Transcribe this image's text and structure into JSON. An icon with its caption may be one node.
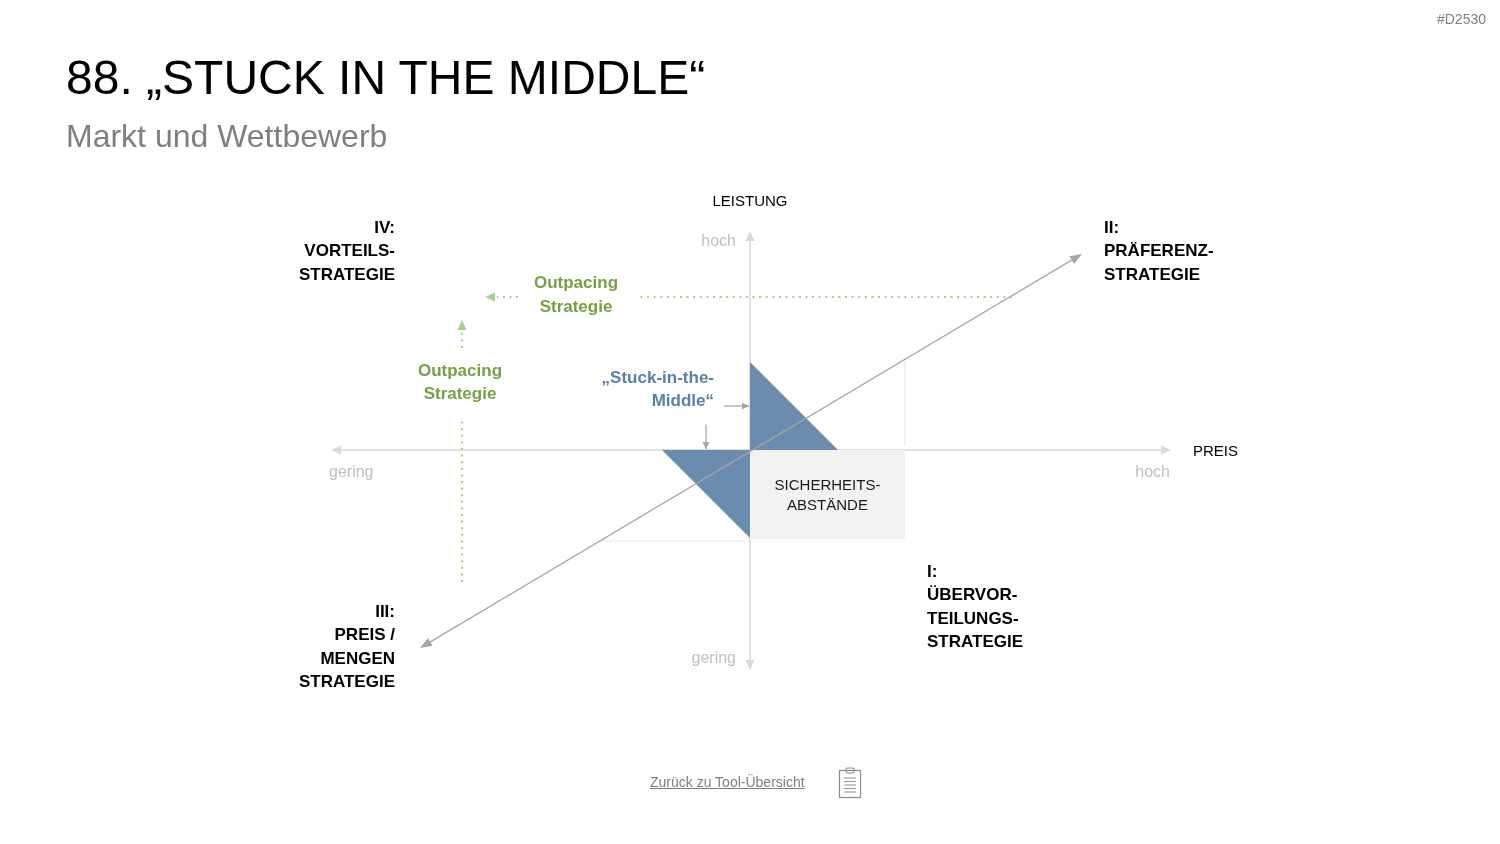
{
  "diagram": {
    "title": "88. „STUCK IN THE MIDDLE“",
    "nodes": [
      {
        "text": [
          "„Stuck-in-the- Middle“"
        ]
      },
      {
        "text": [],
        "shape": "triangle"
      },
      {
        "text": [],
        "shape": "triangle"
      },
      {
        "text": [
          "SICHERHEITS- ABSTÄNDE"
        ]
      }
    ],
    "edges": [
      {
        "from": 0,
        "to": 1,
        "arrow": "to"
      },
      {
        "from": 0,
        "to": 2,
        "arrow": "to"
      }
    ],
    "labels": [
      "#D2530",
      "Markt und Wettbewerb",
      "LEISTUNG",
      "IV:",
      "VORTEILS- STRATEGIE",
      "II:",
      "PRÄFERENZ- STRATEGIE",
      "hoch",
      "Outpacing Strategie",
      "Outpacing Strategie",
      "PREIS",
      "gering",
      "hoch",
      "I:",
      "ÜBERVOR- TEILUNGS- STRATEGIE",
      "gering",
      "III:",
      "PREIS / MENGEN STRATEGIE",
      "Zurück zu Tool-Übersicht"
    ]
  }
}
